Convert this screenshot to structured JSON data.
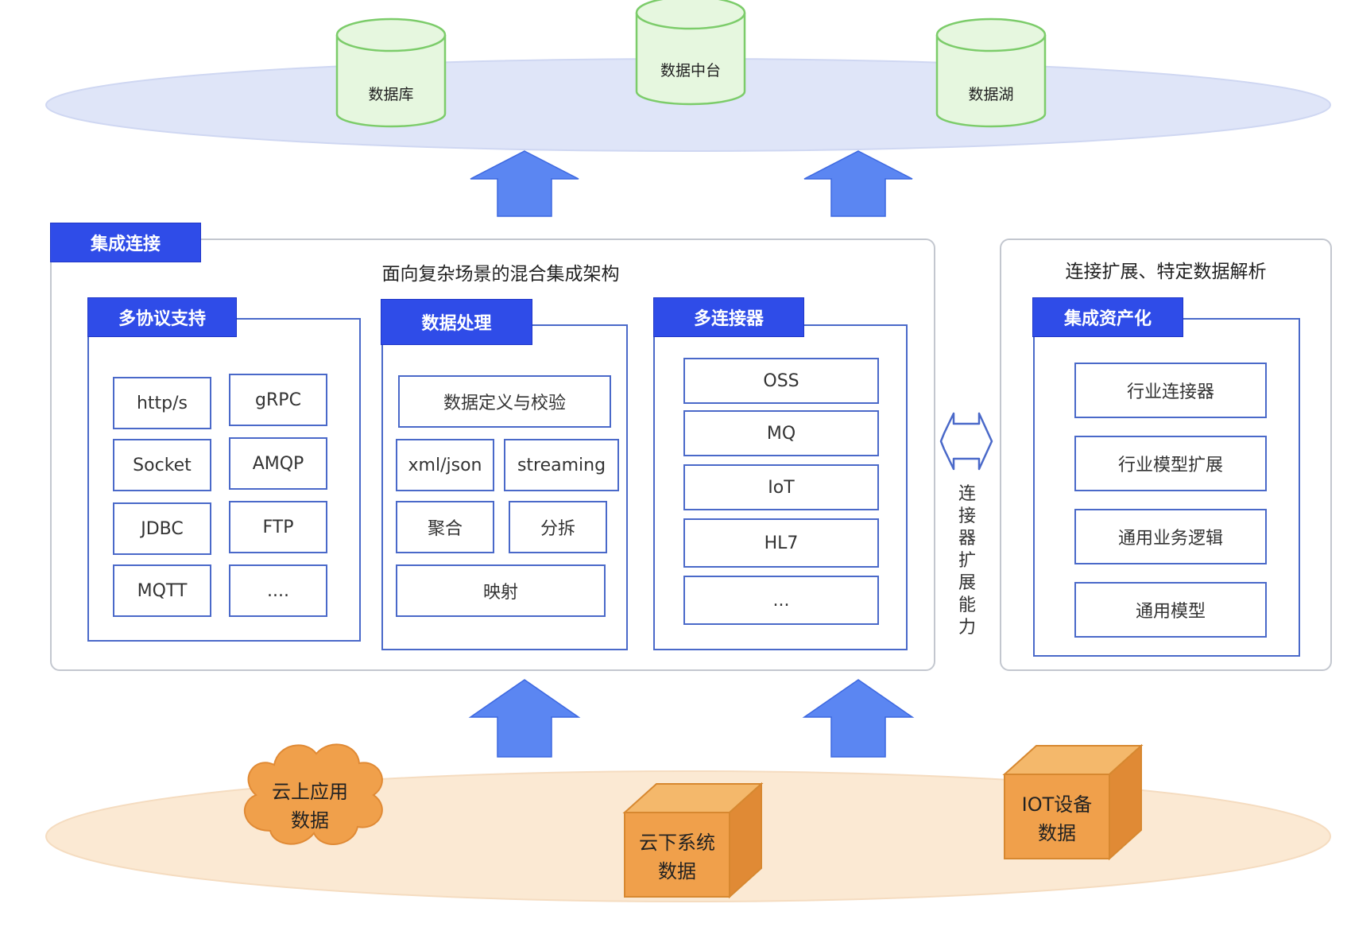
{
  "top_layer": {
    "db": "数据库",
    "platform": "数据中台",
    "lake": "数据湖"
  },
  "main": {
    "tag": "集成连接",
    "title": "面向复杂场景的混合集成架构",
    "protocols": {
      "tag": "多协议支持",
      "items": [
        "http/s",
        "gRPC",
        "Socket",
        "AMQP",
        "JDBC",
        "FTP",
        "MQTT",
        "...."
      ]
    },
    "processing": {
      "tag": "数据处理",
      "items": [
        "数据定义与校验",
        "xml/json",
        "streaming",
        "聚合",
        "分拆",
        "映射"
      ]
    },
    "connectors": {
      "tag": "多连接器",
      "items": [
        "OSS",
        "MQ",
        "IoT",
        "HL7",
        "..."
      ]
    }
  },
  "ext_label": "连接器扩展能力",
  "side": {
    "title": "连接扩展、特定数据解析",
    "tag": "集成资产化",
    "items": [
      "行业连接器",
      "行业模型扩展",
      "通用业务逻辑",
      "通用模型"
    ]
  },
  "bottom_layer": {
    "cloud": "云上应用\n数据",
    "offline": "云下系统\n数据",
    "iot": "IOT设备\n数据"
  },
  "colors": {
    "accent": "#2f4ce8",
    "arrow": "#5b86f2",
    "db_fill": "#e6f7df",
    "db_stroke": "#7ccc6a",
    "orange": "#f0a04b",
    "top_ellipse": "#dfe5f8",
    "bottom_ellipse": "#fbe9d3"
  }
}
